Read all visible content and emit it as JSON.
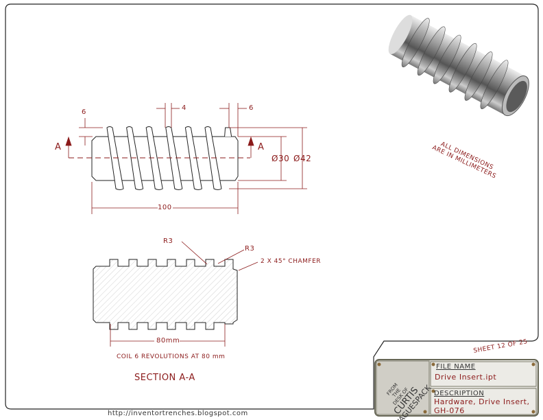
{
  "front_view": {
    "section_mark_left": "A",
    "section_mark_right": "A",
    "dim_shoulder": "6",
    "dim_thread_width": "4",
    "dim_end": "6",
    "dim_inner_diameter": "Ø30",
    "dim_outer_diameter": "Ø42",
    "dim_length": "100"
  },
  "section_view": {
    "radius_left": "R3",
    "radius_right": "R3",
    "chamfer": "2 X 45° CHAMFER",
    "dim_thread_length": "80mm",
    "note": "COIL 6 REVOLUTIONS AT 80 mm",
    "title": "SECTION A-A"
  },
  "notes": {
    "units": "ALL DIMENSIONS\nARE IN MILLIMETERS",
    "sheet": "SHEET 12  OF 25"
  },
  "title_block": {
    "logo_text": [
      "FROM",
      "THE",
      "DESK OF",
      "CURTIS",
      "WAGUESPACK"
    ],
    "file_name_label": "FILE NAME",
    "file_name": "Drive Insert.ipt",
    "description_label": "DESCRIPTION",
    "description_line1": "Hardware, Drive Insert,",
    "description_line2": "GH-076"
  },
  "footer_url": "http://inventortrenches.blogspot.com",
  "colors": {
    "dimension": "#8b1a1a",
    "line": "#222222"
  }
}
